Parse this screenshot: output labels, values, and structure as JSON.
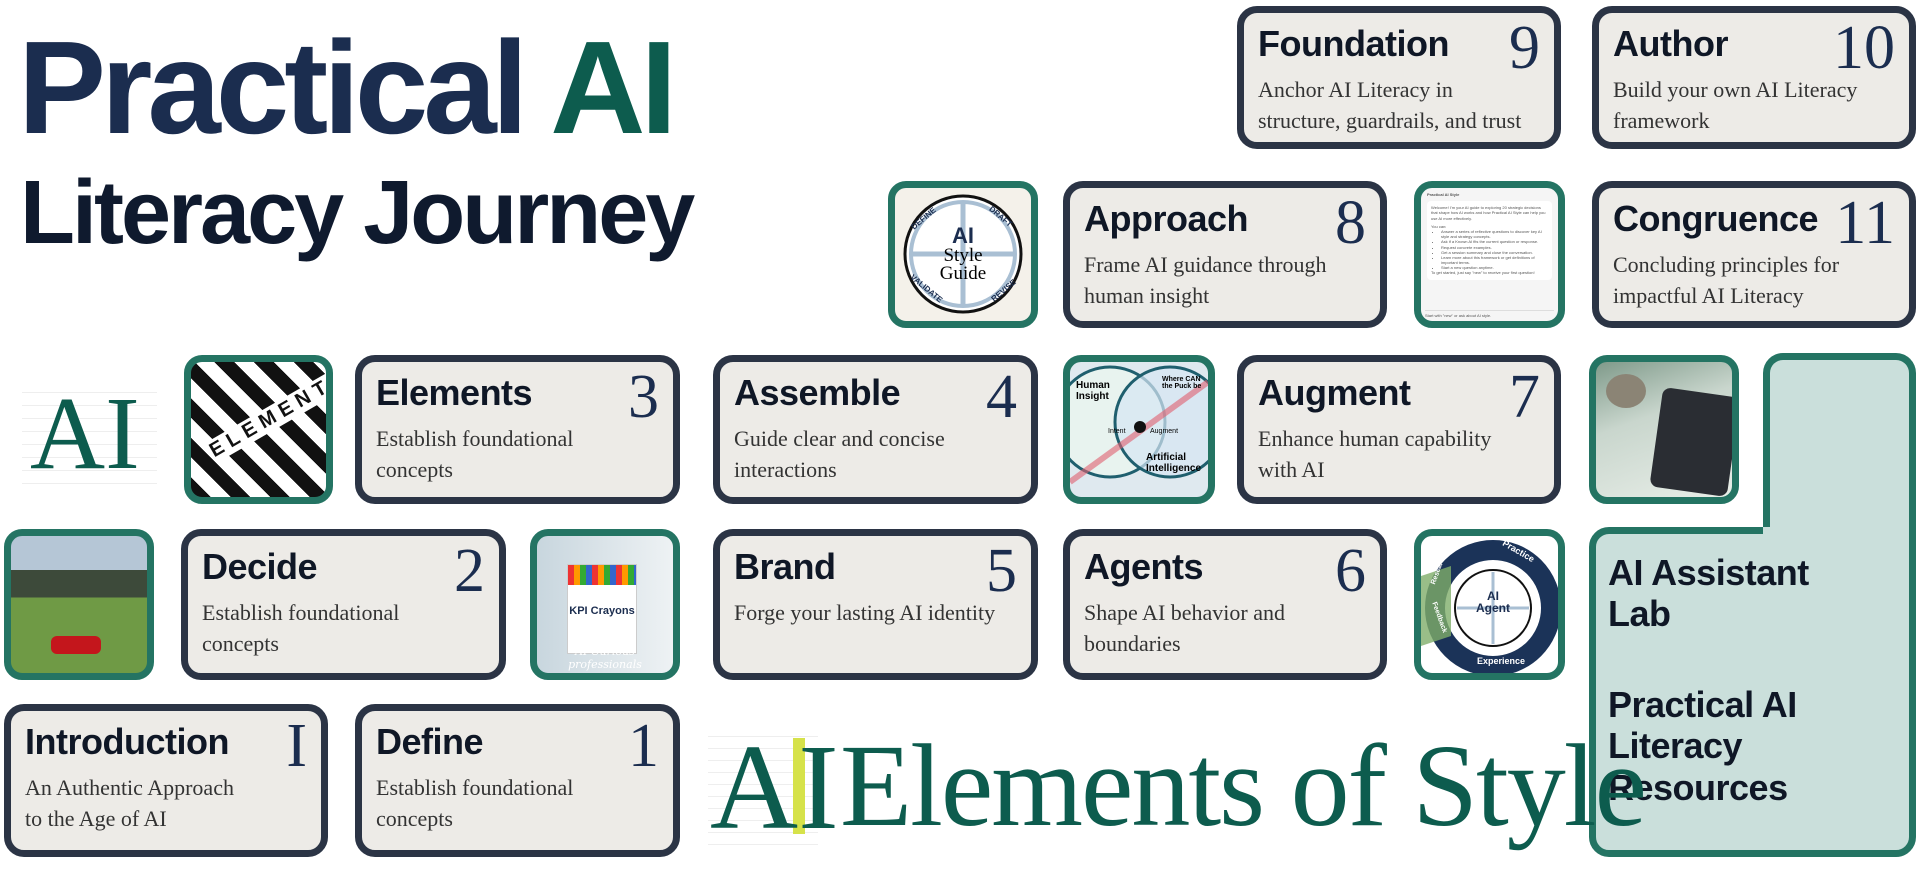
{
  "header": {
    "title_part1": "Practical",
    "title_part2": "AI",
    "subtitle": "Literacy Journey"
  },
  "cards": {
    "foundation": {
      "title": "Foundation",
      "number": "9",
      "desc": "Anchor AI Literacy in structure, guardrails, and trust"
    },
    "author": {
      "title": "Author",
      "number": "10",
      "desc": "Build your own AI Literacy framework"
    },
    "approach": {
      "title": "Approach",
      "number": "8",
      "desc": "Frame AI guidance through human insight"
    },
    "congruence": {
      "title": "Congruence",
      "number": "11",
      "desc": "Concluding principles for impactful AI Literacy"
    },
    "elements": {
      "title": "Elements",
      "number": "3",
      "desc": "Establish foundational concepts"
    },
    "assemble": {
      "title": "Assemble",
      "number": "4",
      "desc": "Guide clear and concise interactions"
    },
    "augment": {
      "title": "Augment",
      "number": "7",
      "desc": "Enhance human capability with AI"
    },
    "decide": {
      "title": "Decide",
      "number": "2",
      "desc": "Establish foundational concepts"
    },
    "brand": {
      "title": "Brand",
      "number": "5",
      "desc": "Forge your lasting AI identity"
    },
    "agents": {
      "title": "Agents",
      "number": "6",
      "desc": "Shape AI behavior and boundaries"
    },
    "introduction": {
      "title": "Introduction",
      "number": "I",
      "desc": "An Authentic Approach to the Age of AI"
    },
    "define": {
      "title": "Define",
      "number": "1",
      "desc": "Establish foundational concepts"
    }
  },
  "images": {
    "style_guide": {
      "ai": "AI",
      "style": "Style",
      "guide": "Guide",
      "define": "DEFINE",
      "draft": "DRAFT",
      "validate": "VALIDATE",
      "revise": "REVISE"
    },
    "chat": {
      "name": "Practical AI Style",
      "intro": "Welcome! I'm your AI guide to exploring 20 strategic decisions that shape how AI works and how Practical AI Style can help you use AI more effectively.",
      "you_can": "You can:",
      "items": [
        "Answer a series of reflective questions to discover key AI style and strategy concepts.",
        "Ask if a Known AI fits the current question or response.",
        "Request concrete examples.",
        "Get a session summary and close the conversation.",
        "Learn more about this framework or get definitions of important terms.",
        "Start a new question anytime."
      ],
      "outro": "To get started, just say \"new\" to receive your first question!",
      "placeholder": "Start with \"new\" or ask about AI style."
    },
    "crossword": {
      "letters": "ELEMENTS"
    },
    "insight": {
      "human": "Human Insight",
      "ai": "Artificial Intelligence",
      "intent": "Intent",
      "augment": "Augment",
      "where": "Where CAN the Puck be"
    },
    "kpi": {
      "label": "KPI Crayons",
      "caption": "AI-Curious professionals"
    },
    "agent": {
      "center": "AI Agent",
      "practice": "Practice",
      "experience": "Experience",
      "feedback": "Feedback",
      "research": "Research"
    }
  },
  "lab": {
    "line1": "AI Assistant Lab",
    "line2": "Practical AI Literacy Resources"
  },
  "logo": {
    "mark": "AI",
    "text": "Elements of Style"
  }
}
